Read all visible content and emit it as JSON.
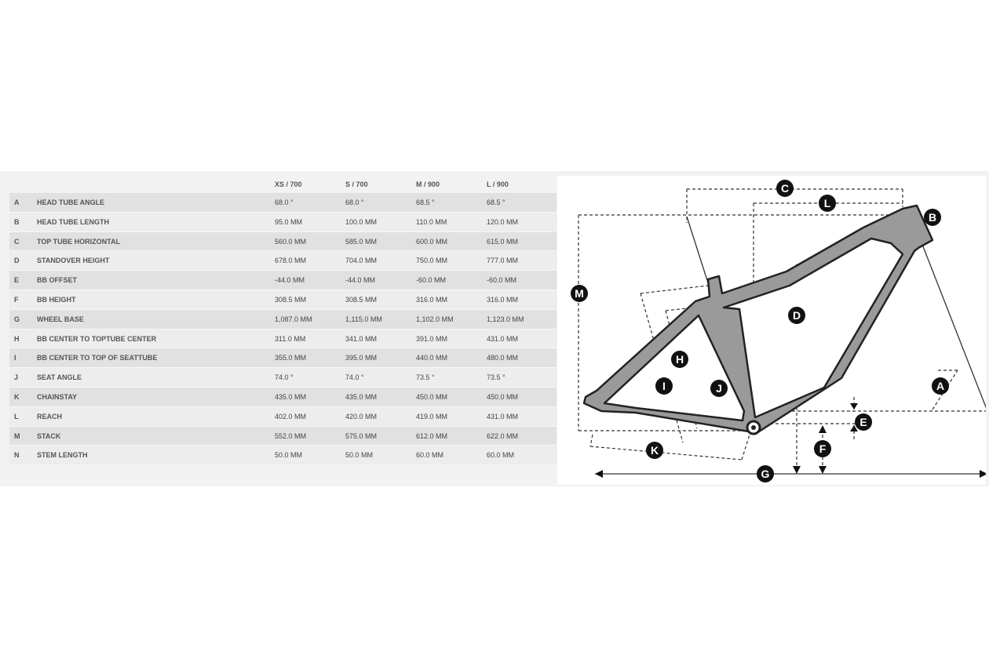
{
  "table": {
    "columns": [
      "XS / 700",
      "S / 700",
      "M / 900",
      "L / 900"
    ],
    "rows": [
      {
        "letter": "A",
        "name": "HEAD TUBE ANGLE",
        "values": [
          "68.0 °",
          "68.0 °",
          "68.5 °",
          "68.5 °"
        ]
      },
      {
        "letter": "B",
        "name": "HEAD TUBE LENGTH",
        "values": [
          "95.0 MM",
          "100.0 MM",
          "110.0 MM",
          "120.0 MM"
        ]
      },
      {
        "letter": "C",
        "name": "TOP TUBE HORIZONTAL",
        "values": [
          "560.0 MM",
          "585.0 MM",
          "600.0 MM",
          "615.0 MM"
        ]
      },
      {
        "letter": "D",
        "name": "STANDOVER HEIGHT",
        "values": [
          "678.0 MM",
          "704.0 MM",
          "750.0 MM",
          "777.0 MM"
        ]
      },
      {
        "letter": "E",
        "name": "BB OFFSET",
        "values": [
          "-44.0 MM",
          "-44.0 MM",
          "-60.0 MM",
          "-60.0 MM"
        ]
      },
      {
        "letter": "F",
        "name": "BB HEIGHT",
        "values": [
          "308.5 MM",
          "308.5 MM",
          "316.0 MM",
          "316.0 MM"
        ]
      },
      {
        "letter": "G",
        "name": "WHEEL BASE",
        "values": [
          "1,087.0 MM",
          "1,115.0 MM",
          "1,102.0 MM",
          "1,123.0 MM"
        ]
      },
      {
        "letter": "H",
        "name": "BB CENTER TO TOPTUBE CENTER",
        "values": [
          "311.0 MM",
          "341.0 MM",
          "391.0 MM",
          "431.0 MM"
        ]
      },
      {
        "letter": "I",
        "name": "BB CENTER TO TOP OF SEATTUBE",
        "values": [
          "355.0 MM",
          "395.0 MM",
          "440.0 MM",
          "480.0 MM"
        ]
      },
      {
        "letter": "J",
        "name": "SEAT ANGLE",
        "values": [
          "74.0 °",
          "74.0 °",
          "73.5 °",
          "73.5 °"
        ]
      },
      {
        "letter": "K",
        "name": "CHAINSTAY",
        "values": [
          "435.0 MM",
          "435.0 MM",
          "450.0 MM",
          "450.0 MM"
        ]
      },
      {
        "letter": "L",
        "name": "REACH",
        "values": [
          "402.0 MM",
          "420.0 MM",
          "419.0 MM",
          "431.0 MM"
        ]
      },
      {
        "letter": "M",
        "name": "STACK",
        "values": [
          "552.0 MM",
          "575.0 MM",
          "612.0 MM",
          "622.0 MM"
        ]
      },
      {
        "letter": "N",
        "name": "STEM LENGTH",
        "values": [
          "50.0 MM",
          "50.0 MM",
          "60.0 MM",
          "60.0 MM"
        ]
      }
    ]
  },
  "diagram": {
    "markers": [
      "A",
      "B",
      "C",
      "D",
      "E",
      "F",
      "G",
      "H",
      "I",
      "J",
      "K",
      "L",
      "M"
    ],
    "frame_color": "#9a9a9a",
    "marker_color": "#111111"
  }
}
